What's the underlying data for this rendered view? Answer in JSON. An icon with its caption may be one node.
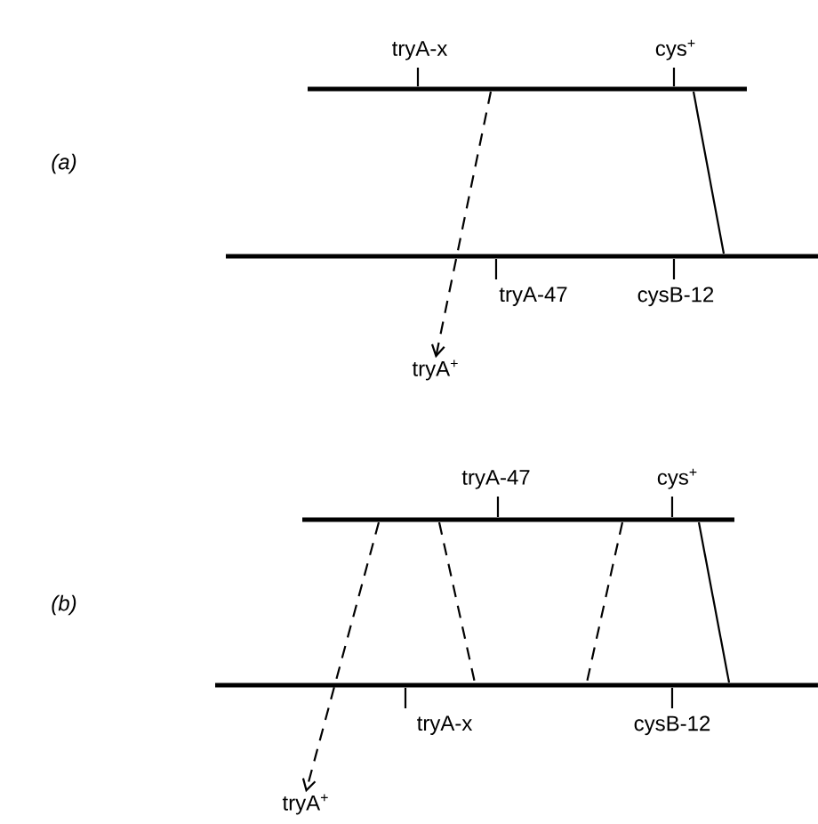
{
  "diagram": {
    "nodes": [
      {
        "text": [],
        "shape": "bar"
      },
      {
        "text": [],
        "shape": "bar"
      },
      {
        "text": [
          "tryA$^{+}$"
        ]
      },
      {
        "text": [
          "tryA-x"
        ]
      },
      {
        "text": [
          "cys$^{+}$"
        ]
      },
      {
        "text": [
          "tryA-47"
        ]
      },
      {
        "text": [
          "cysB-12"
        ]
      },
      {
        "text": [],
        "shape": "bar"
      },
      {
        "text": [],
        "shape": "bar"
      },
      {
        "text": [
          "tryA$^{+}$"
        ]
      },
      {
        "text": [
          "tryA-47"
        ]
      },
      {
        "text": [
          "cys$^{+}$"
        ]
      },
      {
        "text": [
          "tryA-x"
        ]
      },
      {
        "text": [
          "cysB-12"
        ]
      }
    ],
    "edges": [
      {
        "from": 0,
        "to": 2,
        "arrow": "to",
        "style": "dashed"
      },
      {
        "from": 0,
        "to": 1,
        "arrow": "none"
      },
      {
        "from": 3,
        "to": 0,
        "arrow": "none"
      },
      {
        "from": 4,
        "to": 0,
        "arrow": "none"
      },
      {
        "from": 5,
        "to": 1,
        "arrow": "none"
      },
      {
        "from": 6,
        "to": 1,
        "arrow": "none"
      },
      {
        "from": 7,
        "to": 9,
        "arrow": "to",
        "style": "dashed"
      },
      {
        "from": 7,
        "to": 8,
        "arrow": "none",
        "style": "dashed"
      },
      {
        "from": 7,
        "to": 8,
        "arrow": "none",
        "style": "dashed"
      },
      {
        "from": 7,
        "to": 8,
        "arrow": "none"
      },
      {
        "from": 10,
        "to": 7,
        "arrow": "none"
      },
      {
        "from": 11,
        "to": 7,
        "arrow": "none"
      },
      {
        "from": 12,
        "to": 8,
        "arrow": "none"
      },
      {
        "from": 13,
        "to": 8,
        "arrow": "none"
      }
    ],
    "labels": [
      "(a)",
      "(b)"
    ]
  }
}
